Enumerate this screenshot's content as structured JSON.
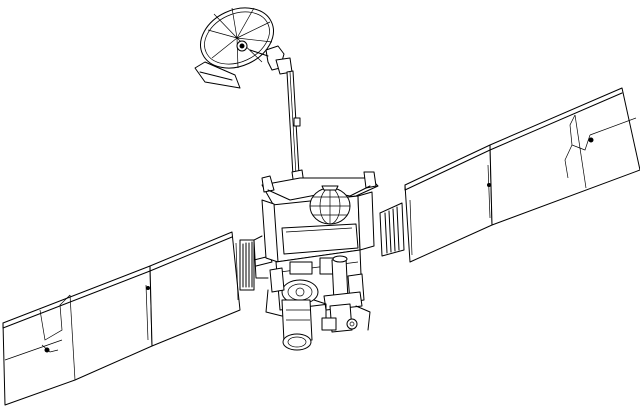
{
  "colors": {
    "line": "#000000",
    "background": "#ffffff"
  },
  "parts": {
    "antenna": "high-gain-antenna-dish",
    "boom": "antenna-boom",
    "bus": "spacecraft-bus",
    "tank": "propellant-tank",
    "left_array": "solar-array-left",
    "right_array": "solar-array-right"
  }
}
